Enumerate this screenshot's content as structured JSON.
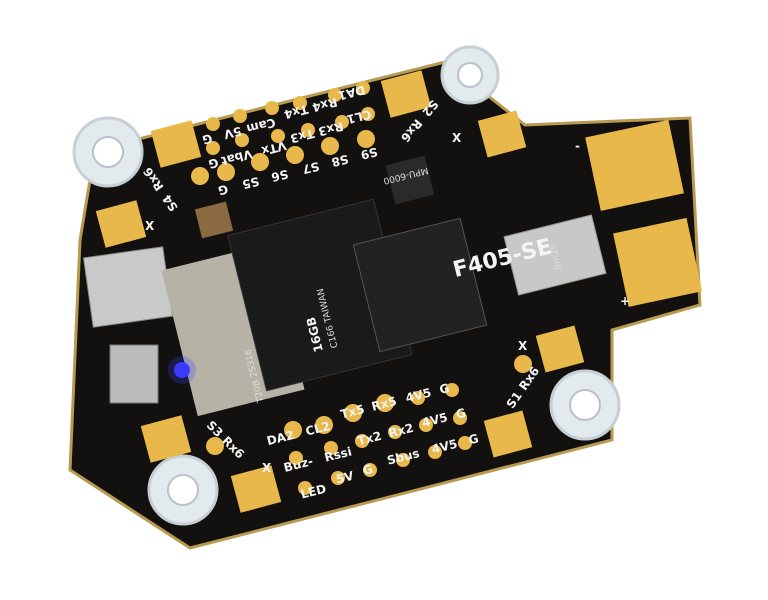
{
  "board": {
    "model": "F405-SE",
    "sd_card": {
      "capacity": "16GB",
      "origin": "C166 TAIWAN",
      "side_text": "T20B 2S316"
    },
    "shunt_resistor": "0m25",
    "imu_text": "MPU-6000",
    "power_labels": {
      "minus": "-",
      "plus": "+"
    },
    "top_labels": [
      "G",
      "5V",
      "Cam",
      "G",
      "Vbat",
      "VTx",
      "Tx4",
      "Rx4",
      "Tx3",
      "Rx3",
      "DA1",
      "CL1",
      "S5",
      "S6",
      "S7",
      "S8",
      "S9",
      "G"
    ],
    "corner_labels": {
      "top_left": [
        "S4",
        "Rx6",
        "X"
      ],
      "top_right": [
        "S2",
        "Rx6",
        "X"
      ],
      "bottom_left": [
        "S3",
        "Rx6",
        "X"
      ],
      "bottom_right": [
        "S1",
        "Rx6",
        "X"
      ]
    },
    "bottom_labels": [
      "DA2",
      "CL2",
      "Tx5",
      "Rx5",
      "4V5",
      "G",
      "Buz-",
      "Rssi",
      "Tx2",
      "Rx2",
      "4V5",
      "G",
      "LED",
      "5V",
      "G",
      "Sbus",
      "4V5",
      "G"
    ]
  },
  "colors": {
    "pcb": "#121110",
    "pad": "#e8b84a",
    "grommet": "#dfe6ea",
    "led_blue": "#3a3aff"
  }
}
